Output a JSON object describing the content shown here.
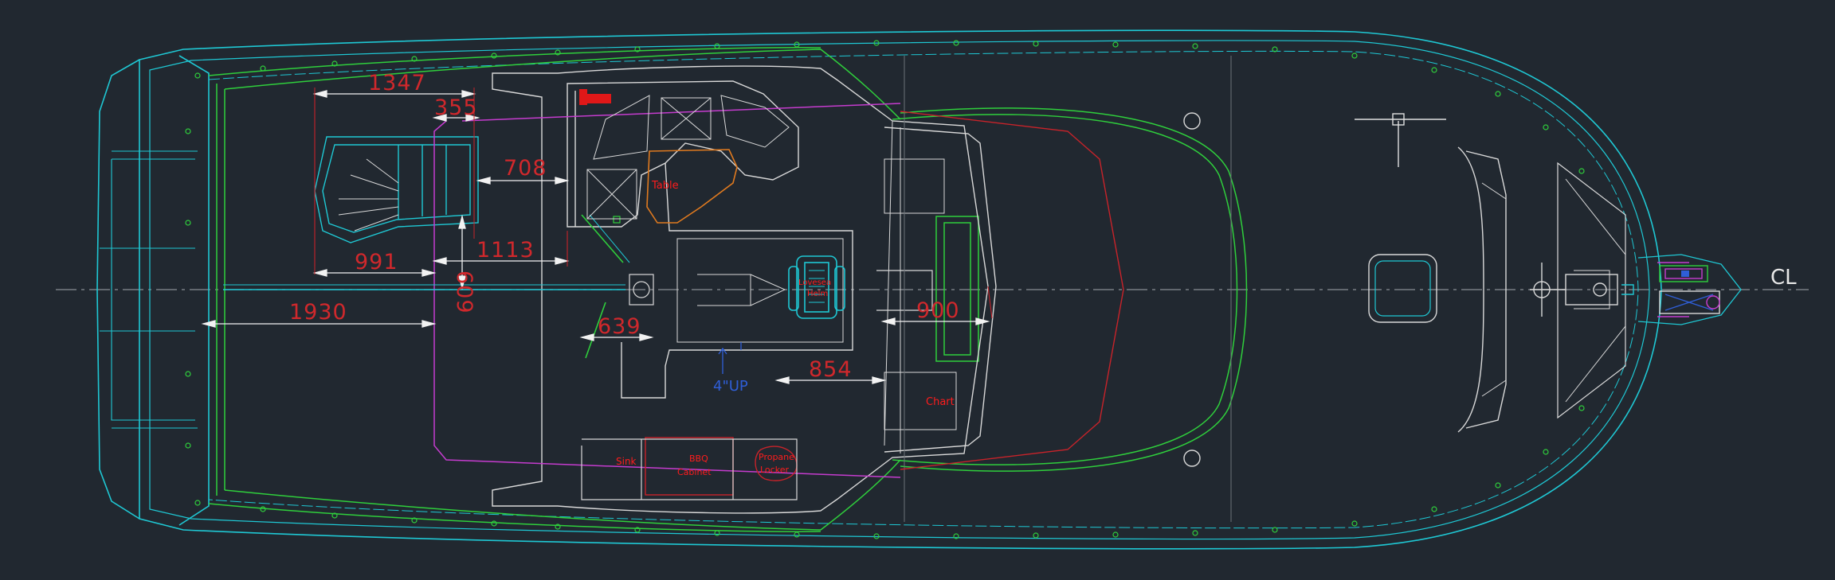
{
  "dimensions": [
    {
      "id": "dim-1347",
      "text": "1347"
    },
    {
      "id": "dim-355",
      "text": "355"
    },
    {
      "id": "dim-708",
      "text": "708"
    },
    {
      "id": "dim-991",
      "text": "991"
    },
    {
      "id": "dim-609",
      "text": "609"
    },
    {
      "id": "dim-1113",
      "text": "1113"
    },
    {
      "id": "dim-1930",
      "text": "1930"
    },
    {
      "id": "dim-639",
      "text": "639"
    },
    {
      "id": "dim-854",
      "text": "854"
    },
    {
      "id": "dim-900",
      "text": "900"
    }
  ],
  "labels": {
    "table": "Table",
    "helm_seat_1": "Lovesea",
    "helm_seat_2": "Helm",
    "chart": "Chart",
    "sink": "Sink",
    "bbq_1": "BBQ",
    "bbq_2": "Cabinet",
    "propane_1": "Propane",
    "propane_2": "Locker",
    "up_arrow": "4\"UP",
    "centerline": "CL"
  },
  "colors": {
    "background": "#212830",
    "hull_cyan": "#1fc8d4",
    "deck_green": "#2fcf3c",
    "outline_white": "#d9d9d9",
    "dimension_red": "#d0282c",
    "magenta": "#c63ccf",
    "orange": "#e07a1f",
    "blue": "#2f5ed6"
  }
}
